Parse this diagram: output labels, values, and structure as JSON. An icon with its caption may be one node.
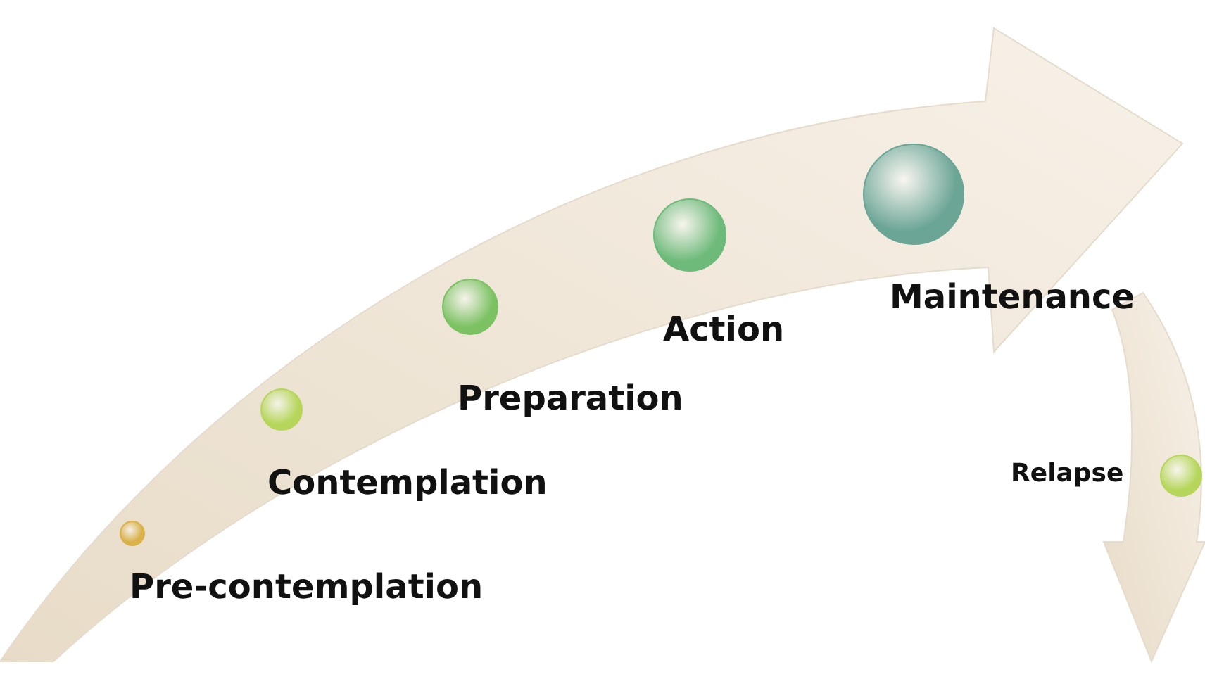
{
  "diagram": {
    "nodes": [
      {
        "text": [],
        "shape": "circle",
        "beside": [
          "Pre-contemplation"
        ]
      },
      {
        "text": [],
        "shape": "circle",
        "beside": [
          "Contemplation"
        ]
      },
      {
        "text": [],
        "shape": "circle",
        "beside": [
          "Preparation"
        ]
      },
      {
        "text": [],
        "shape": "circle",
        "beside": [
          "Action"
        ]
      },
      {
        "text": [],
        "shape": "circle",
        "beside": [
          "Maintenance"
        ]
      },
      {
        "text": [],
        "shape": "circle",
        "beside": [
          "Relapse"
        ]
      }
    ],
    "edges": []
  }
}
